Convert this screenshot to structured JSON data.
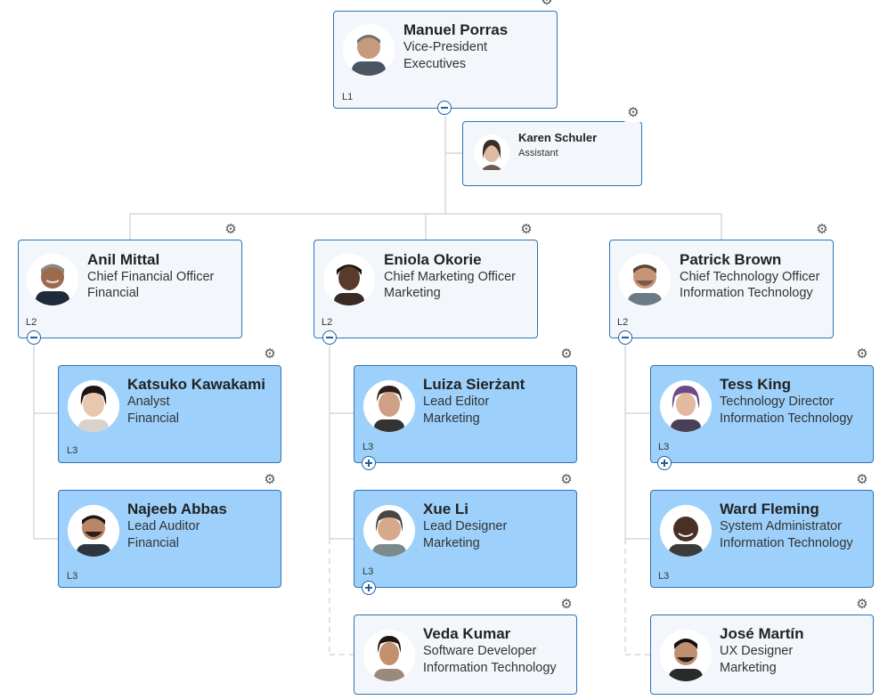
{
  "nodes": {
    "manuel": {
      "name": "Manuel Porras",
      "title": "Vice-President",
      "dept": "Executives",
      "level": "L1"
    },
    "karen": {
      "name": "Karen Schuler",
      "title": "Assistant"
    },
    "anil": {
      "name": "Anil Mittal",
      "title": "Chief Financial Officer",
      "dept": "Financial",
      "level": "L2"
    },
    "eniola": {
      "name": "Eniola Okorie",
      "title": "Chief Marketing Officer",
      "dept": "Marketing",
      "level": "L2"
    },
    "patrick": {
      "name": "Patrick Brown",
      "title": "Chief Technology Officer",
      "dept": "Information Technology",
      "level": "L2"
    },
    "katsuko": {
      "name": "Katsuko Kawakami",
      "title": "Analyst",
      "dept": "Financial",
      "level": "L3"
    },
    "najeeb": {
      "name": "Najeeb Abbas",
      "title": "Lead Auditor",
      "dept": "Financial",
      "level": "L3"
    },
    "luiza": {
      "name": "Luiza Sierżant",
      "title": "Lead Editor",
      "dept": "Marketing",
      "level": "L3"
    },
    "xue": {
      "name": "Xue Li",
      "title": "Lead Designer",
      "dept": "Marketing",
      "level": "L3"
    },
    "veda": {
      "name": "Veda Kumar",
      "title": "Software Developer",
      "dept": "Information Technology"
    },
    "tess": {
      "name": "Tess King",
      "title": "Technology Director",
      "dept": "Information Technology",
      "level": "L3"
    },
    "ward": {
      "name": "Ward Fleming",
      "title": "System Administrator",
      "dept": "Information Technology",
      "level": "L3"
    },
    "jose": {
      "name": "José Martín",
      "title": "UX Designer",
      "dept": "Marketing"
    }
  },
  "icons": {
    "settings": "gear-icon",
    "collapse": "minus-circle-icon",
    "expand": "plus-circle-icon"
  },
  "colors": {
    "border": "#2f73b4",
    "card_light": "#f3f7fb",
    "card_blue": "#9dd1fb",
    "connector": "#cfcfcf"
  }
}
